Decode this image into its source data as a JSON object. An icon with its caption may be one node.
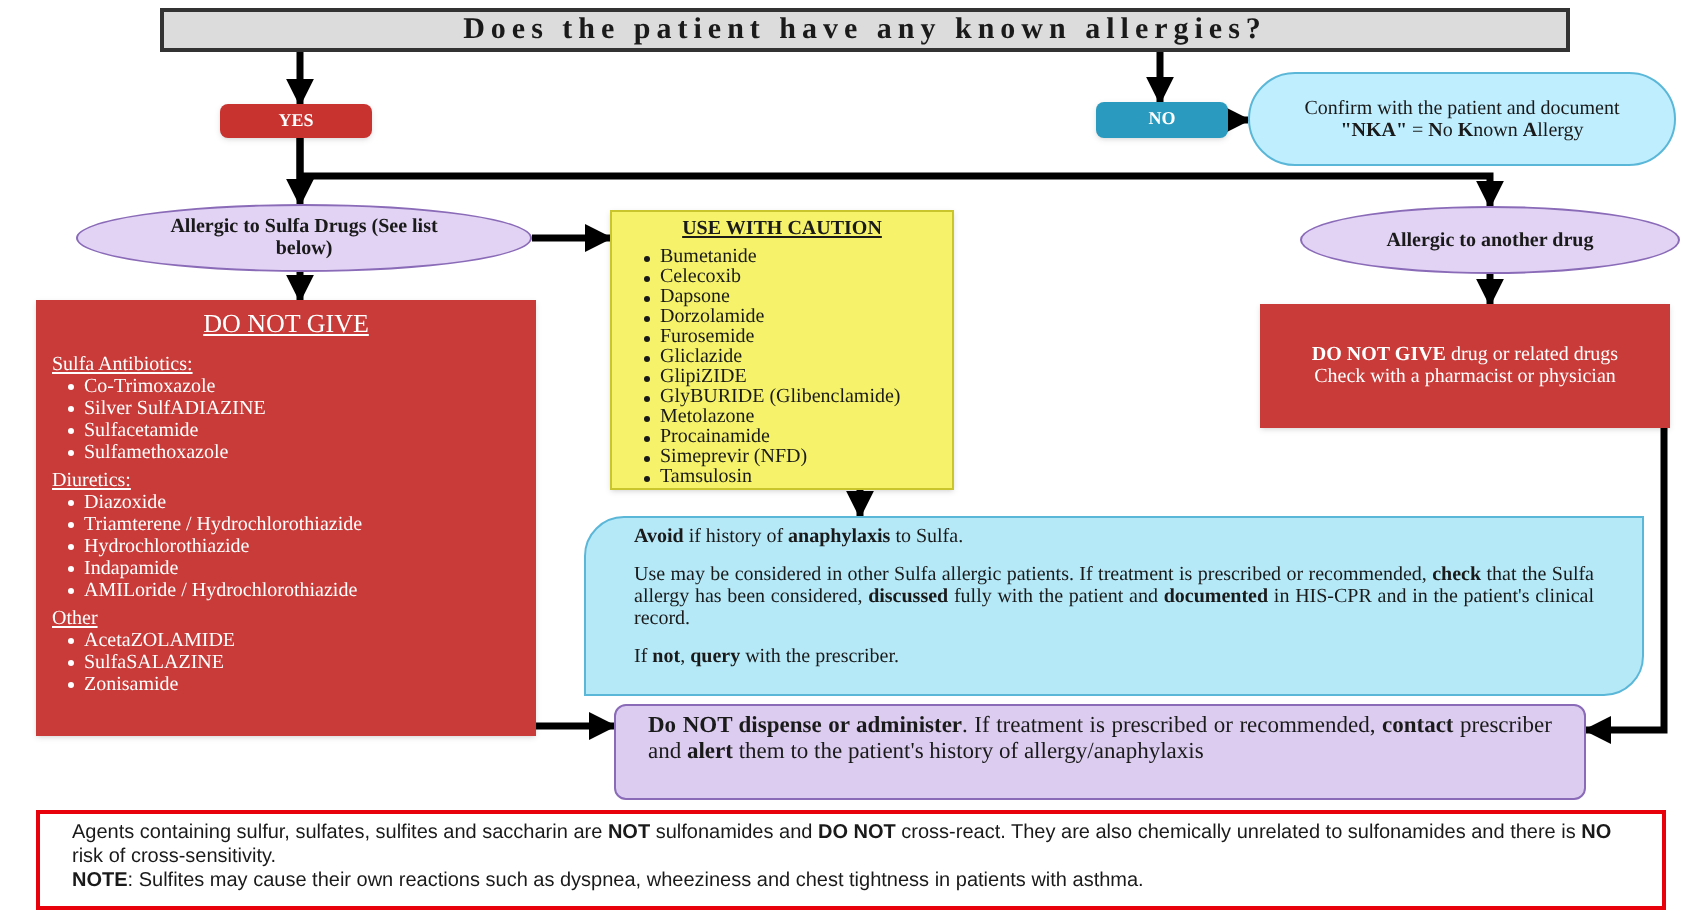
{
  "diagram": {
    "nodes": [
      {
        "text": [
          "Does the patient have any known allergies?"
        ]
      },
      {
        "text": [
          "YES"
        ]
      },
      {
        "text": [
          "NO"
        ]
      },
      {
        "text": [
          "Confirm with the patient and document **\"NKA\"** = **N**o **K**nown **A**llergy"
        ]
      },
      {
        "text": [
          "Allergic to Sulfa Drugs (See list below)"
        ]
      },
      {
        "text": [
          "USE WITH CAUTION",
          "Bumetanide",
          "Celecoxib",
          "Dapsone",
          "Dorzolamide",
          "Furosemide",
          "Gliclazide",
          "GlipiZIDE",
          "GlyBURIDE (Glibenclamide)",
          "Metolazone",
          "Procainamide",
          "Simeprevir (NFD)",
          "Tamsulosin"
        ]
      },
      {
        "text": [
          "Allergic to another drug"
        ]
      },
      {
        "text": [
          "DO NOT GIVE",
          "Sulfa Antibiotics:",
          "Co-Trimoxazole",
          "Silver SulfADIAZINE",
          "Sulfacetamide",
          "Sulfamethoxazole",
          "Diuretics:",
          "Diazoxide",
          "Triamterene / Hydrochlorothiazide",
          "Hydrochlorothiazide",
          "Indapamide",
          "AMILoride / Hydrochlorothiazide",
          "Other",
          "AcetaZOLAMIDE",
          "SulfaSALAZINE",
          "Zonisamide"
        ]
      },
      {
        "text": [
          "**DO NOT GIVE** drug or related drugs",
          "Check with a pharmacist or physician"
        ]
      },
      {
        "text": [
          "**Avoid** if history of **anaphylaxis** to Sulfa.",
          "Use may be considered in other Sulfa allergic patients. If treatment is prescribed or recommended, **check** that the Sulfa allergy has been considered, **discussed** fully with the patient and **documented** in HIS-CPR and in the patient's clinical record.",
          "If **not**, **query** with the prescriber."
        ]
      },
      {
        "text": [
          "**Do NOT dispense or administer**. If treatment is prescribed or recommended, **contact** prescriber and **alert** them to the patient's history of allergy/anaphylaxis"
        ]
      },
      {
        "text": [
          "Agents containing sulfur, sulfates, sulfites and saccharin are **NOT** sulfonamides and **DO NOT** cross-react. They are also chemically unrelated to sulfonamides and there is **NO** risk of cross-sensitivity.",
          "**NOTE**: Sulfites may cause their own reactions such as dyspnea, wheeziness and chest tightness in patients with asthma."
        ]
      }
    ],
    "edges": [
      {
        "from": 0,
        "to": 1,
        "arrow": "to"
      },
      {
        "from": 0,
        "to": 2,
        "arrow": "to"
      },
      {
        "from": 2,
        "to": 3,
        "arrow": "to"
      },
      {
        "from": 1,
        "to": 4,
        "arrow": "to"
      },
      {
        "from": 1,
        "to": 6,
        "arrow": "to"
      },
      {
        "from": 4,
        "to": 5,
        "arrow": "to"
      },
      {
        "from": 4,
        "to": 7,
        "arrow": "to"
      },
      {
        "from": 6,
        "to": 8,
        "arrow": "to"
      },
      {
        "from": 5,
        "to": 9,
        "arrow": "to"
      },
      {
        "from": 7,
        "to": 10,
        "arrow": "to"
      },
      {
        "from": 8,
        "to": 10,
        "arrow": "to"
      }
    ]
  }
}
